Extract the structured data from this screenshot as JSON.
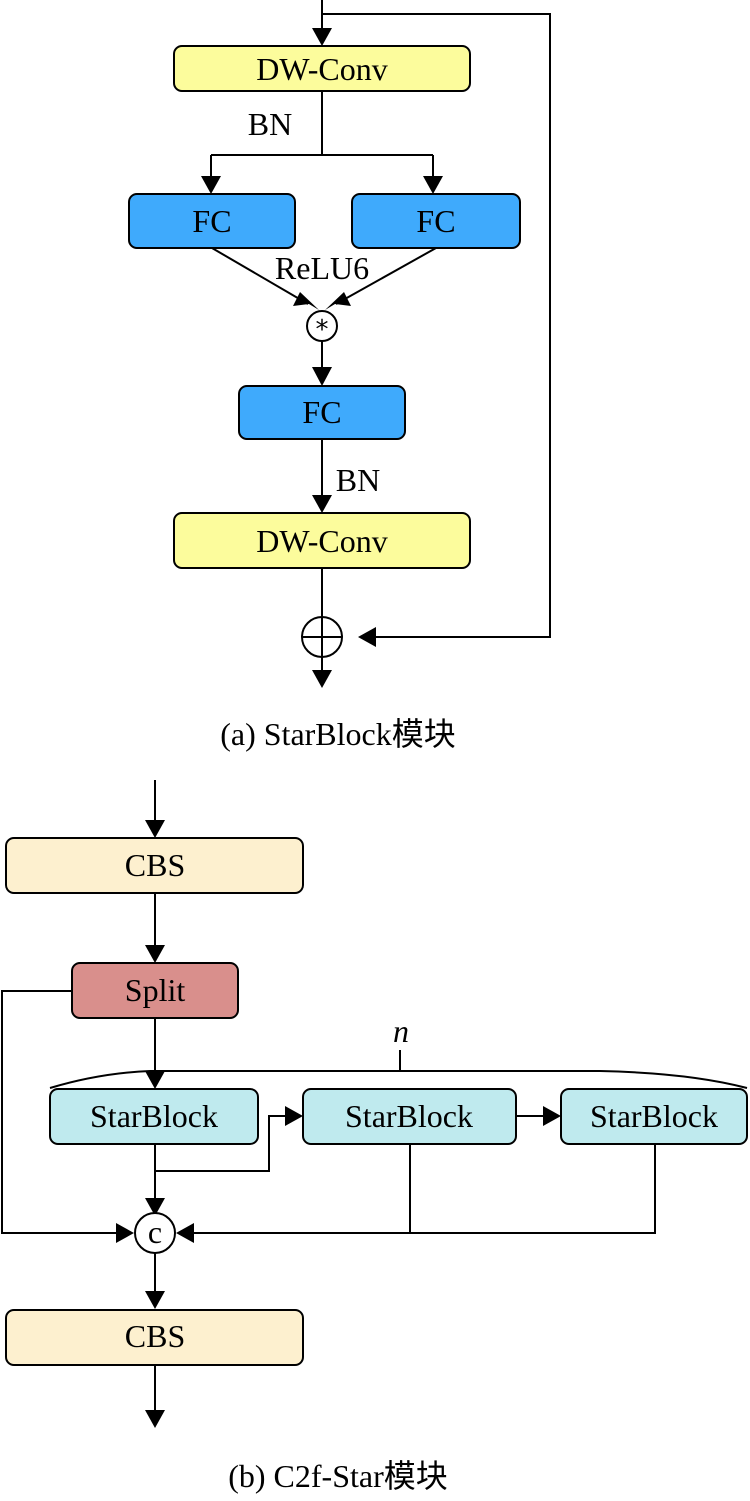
{
  "colors": {
    "dwconv": "#fcfc9c",
    "fc": "#3faafc",
    "cbs": "#fdf0cf",
    "split": "#d98f8c",
    "starblock": "#bfeaee"
  },
  "part_a": {
    "caption": "(a) StarBlock模块",
    "dwconv_top": "DW-Conv",
    "bn_top": "BN",
    "fc_left": "FC",
    "fc_right": "FC",
    "relu6": "ReLU6",
    "star_op": "*",
    "fc_mid": "FC",
    "bn_bottom": "BN",
    "dwconv_bottom": "DW-Conv",
    "add_op": "add-icon"
  },
  "part_b": {
    "caption": "(b) C2f-Star模块",
    "cbs_top": "CBS",
    "split": "Split",
    "repeat_label": "n",
    "starblocks": [
      "StarBlock",
      "StarBlock",
      "StarBlock"
    ],
    "concat_op": "c",
    "cbs_bottom": "CBS"
  }
}
